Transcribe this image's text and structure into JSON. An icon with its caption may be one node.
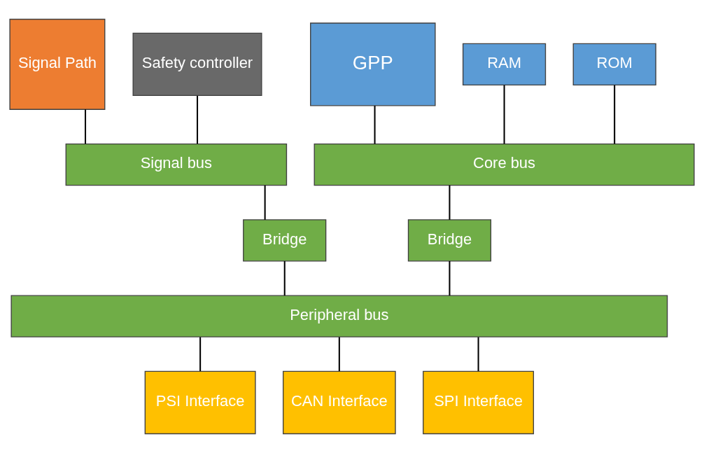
{
  "diagram": {
    "nodes": [
      {
        "text": [
          "Signal Path"
        ]
      },
      {
        "text": [
          "Safety controller"
        ]
      },
      {
        "text": [
          "GPP"
        ]
      },
      {
        "text": [
          "RAM"
        ]
      },
      {
        "text": [
          "ROM"
        ]
      },
      {
        "text": [
          "Signal bus"
        ]
      },
      {
        "text": [
          "Core bus"
        ]
      },
      {
        "text": [
          "Bridge"
        ]
      },
      {
        "text": [
          "Bridge"
        ]
      },
      {
        "text": [
          "Peripheral bus"
        ]
      },
      {
        "text": [
          "PSI Interface"
        ]
      },
      {
        "text": [
          "CAN Interface"
        ]
      },
      {
        "text": [
          "SPI Interface"
        ]
      }
    ],
    "edges": [
      {
        "from": 0,
        "to": 5,
        "arrow": "none"
      },
      {
        "from": 1,
        "to": 5,
        "arrow": "none"
      },
      {
        "from": 2,
        "to": 6,
        "arrow": "none"
      },
      {
        "from": 3,
        "to": 6,
        "arrow": "none"
      },
      {
        "from": 4,
        "to": 6,
        "arrow": "none"
      },
      {
        "from": 5,
        "to": 7,
        "arrow": "none"
      },
      {
        "from": 7,
        "to": 9,
        "arrow": "none"
      },
      {
        "from": 6,
        "to": 8,
        "arrow": "none"
      },
      {
        "from": 8,
        "to": 9,
        "arrow": "none"
      },
      {
        "from": 9,
        "to": 10,
        "arrow": "none"
      },
      {
        "from": 9,
        "to": 11,
        "arrow": "none"
      },
      {
        "from": 9,
        "to": 12,
        "arrow": "none"
      }
    ]
  }
}
